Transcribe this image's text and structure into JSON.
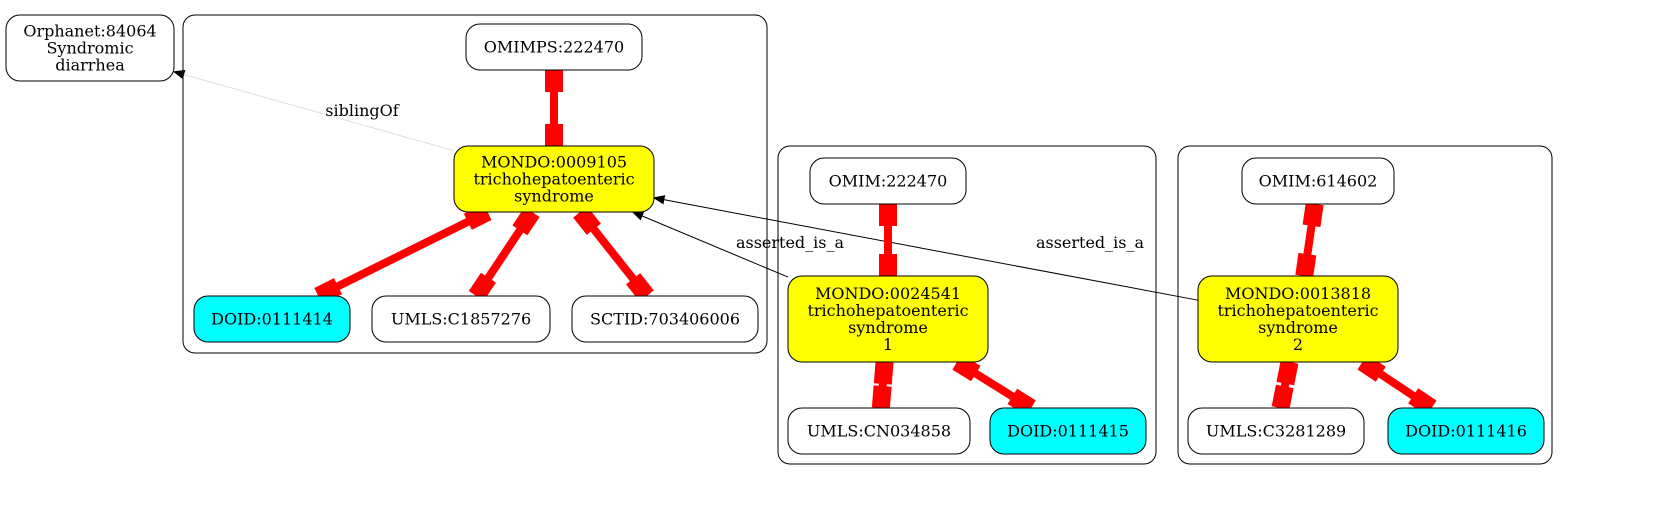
{
  "colors": {
    "yellow": "#ffff00",
    "cyan": "#00ffff",
    "white": "#ffffff",
    "equivalence_edge": "#ff0000",
    "line": "#000000"
  },
  "nodes": {
    "orphanet": {
      "lines": [
        "Orphanet:84064",
        "Syndromic",
        "diarrhea"
      ],
      "fill": "white"
    },
    "omimps": {
      "lines": [
        "OMIMPS:222470"
      ],
      "fill": "white"
    },
    "mondo9105": {
      "lines": [
        "MONDO:0009105",
        "trichohepatoenteric",
        "syndrome"
      ],
      "fill": "yellow"
    },
    "doid414": {
      "lines": [
        "DOID:0111414"
      ],
      "fill": "cyan"
    },
    "umls276": {
      "lines": [
        "UMLS:C1857276"
      ],
      "fill": "white"
    },
    "sctid": {
      "lines": [
        "SCTID:703406006"
      ],
      "fill": "white"
    },
    "omim222": {
      "lines": [
        "OMIM:222470"
      ],
      "fill": "white"
    },
    "mondo24541": {
      "lines": [
        "MONDO:0024541",
        "trichohepatoenteric",
        "syndrome",
        "1"
      ],
      "fill": "yellow"
    },
    "umlscn": {
      "lines": [
        "UMLS:CN034858"
      ],
      "fill": "white"
    },
    "doid415": {
      "lines": [
        "DOID:0111415"
      ],
      "fill": "cyan"
    },
    "omim614": {
      "lines": [
        "OMIM:614602"
      ],
      "fill": "white"
    },
    "mondo13818": {
      "lines": [
        "MONDO:0013818",
        "trichohepatoenteric",
        "syndrome",
        "2"
      ],
      "fill": "yellow"
    },
    "umls289": {
      "lines": [
        "UMLS:C3281289"
      ],
      "fill": "white"
    },
    "doid416": {
      "lines": [
        "DOID:0111416"
      ],
      "fill": "cyan"
    }
  },
  "edges": [
    {
      "from": "mondo9105",
      "to": "orphanet",
      "label": "siblingOf",
      "style": "faint-arrow"
    },
    {
      "from": "mondo24541",
      "to": "mondo9105",
      "label": "asserted_is_a",
      "style": "arrow"
    },
    {
      "from": "mondo13818",
      "to": "mondo9105",
      "label": "asserted_is_a",
      "style": "arrow"
    },
    {
      "from": "omimps",
      "to": "mondo9105",
      "style": "equivalence"
    },
    {
      "from": "mondo9105",
      "to": "doid414",
      "style": "equivalence"
    },
    {
      "from": "mondo9105",
      "to": "umls276",
      "style": "equivalence"
    },
    {
      "from": "mondo9105",
      "to": "sctid",
      "style": "equivalence"
    },
    {
      "from": "omim222",
      "to": "mondo24541",
      "style": "equivalence"
    },
    {
      "from": "mondo24541",
      "to": "umlscn",
      "style": "equivalence"
    },
    {
      "from": "mondo24541",
      "to": "doid415",
      "style": "equivalence"
    },
    {
      "from": "omim614",
      "to": "mondo13818",
      "style": "equivalence"
    },
    {
      "from": "mondo13818",
      "to": "umls289",
      "style": "equivalence"
    },
    {
      "from": "mondo13818",
      "to": "doid416",
      "style": "equivalence"
    }
  ]
}
